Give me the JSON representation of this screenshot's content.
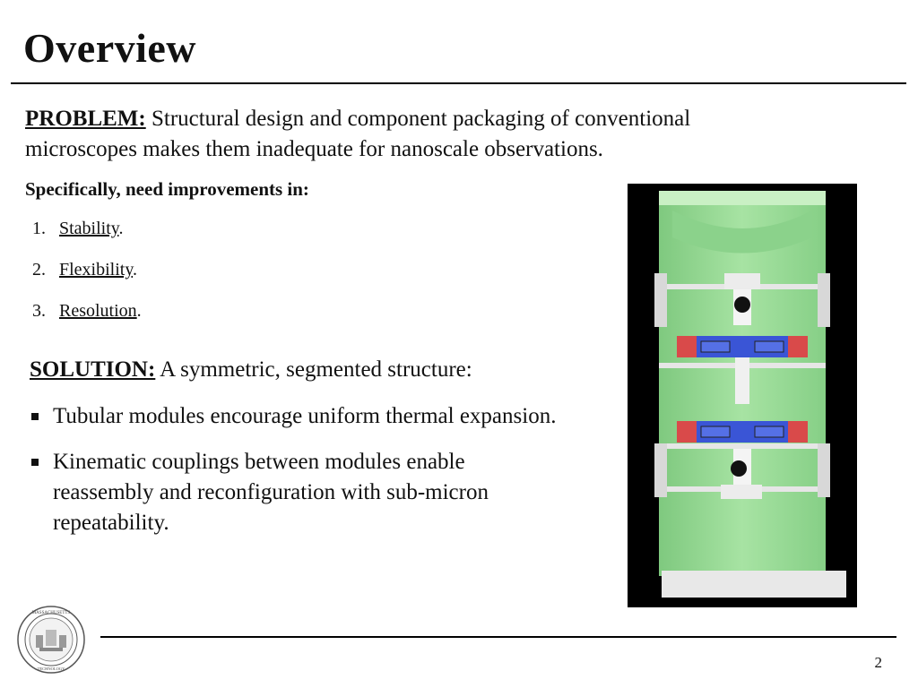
{
  "slide": {
    "title": "Overview",
    "page_number": "2"
  },
  "problem": {
    "label": "PROBLEM:",
    "text": " Structural design and component packaging of  conventional microscopes makes them inadequate for nanoscale observations."
  },
  "improvements": {
    "heading": "Specifically, need improvements in:",
    "items": [
      {
        "num": "1.",
        "word": "Stability",
        "suffix": "."
      },
      {
        "num": "2.",
        "word": "Flexibility",
        "suffix": "."
      },
      {
        "num": "3.",
        "word": "Resolution",
        "suffix": "."
      }
    ]
  },
  "solution": {
    "label": "SOLUTION:",
    "text": " A symmetric, segmented structure:",
    "bullets": [
      "Tubular modules encourage uniform thermal expansion.",
      "Kinematic couplings between modules enable reassembly and reconfiguration with sub-micron repeatability."
    ]
  },
  "colors": {
    "structure_green": "#9cdc9a",
    "coupling_blue": "#3a55d6",
    "coupling_red": "#d94a4a",
    "background_black": "#000000"
  },
  "logo": {
    "text": "MASSACHUSETTS INSTITUTE OF TECHNOLOGY"
  }
}
